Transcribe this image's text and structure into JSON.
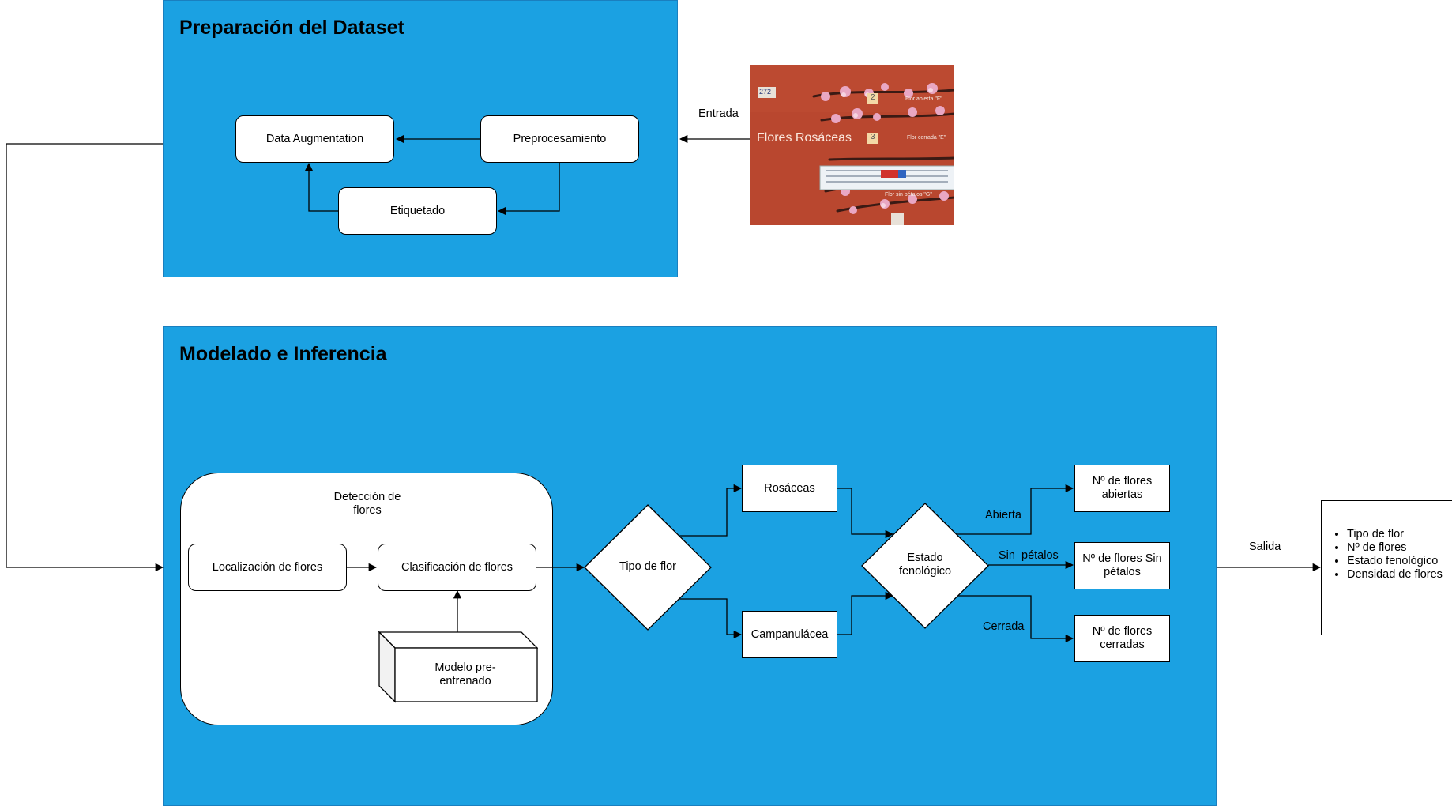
{
  "panels": {
    "dataset": {
      "title": "Preparación del Dataset"
    },
    "modelling": {
      "title": "Modelado e Inferencia"
    }
  },
  "dataset": {
    "data_augmentation": "Data Augmentation",
    "preprocesamiento": "Preprocesamiento",
    "etiquetado": "Etiquetado"
  },
  "input": {
    "edge_label": "Entrada",
    "photo": {
      "caption": "Flores Rosáceas",
      "tag_number": "272",
      "labels": [
        "Flor abierta \"F\"",
        "Flor cerrada \"E\"",
        "Flor sin pétalos \"G\""
      ],
      "markers": [
        "2",
        "3"
      ]
    }
  },
  "model": {
    "detection_group": "Detección de flores",
    "localization": "Localización de flores",
    "classification": "Clasificación de flores",
    "pretrained": "Modelo pre-entrenado",
    "flower_type": "Tipo de flor",
    "rosaceas": "Rosáceas",
    "campanulacea": "Campanulácea",
    "phenological": "Estado fenológico",
    "edges": {
      "open": "Abierta",
      "no_petals": "Sin  pétalos",
      "closed": "Cerrada"
    },
    "outputs": {
      "open": "Nº de flores abiertas",
      "no_petals": "Nº de flores Sin pétalos",
      "closed": "Nº de flores cerradas"
    }
  },
  "output": {
    "edge_label": "Salida",
    "items": [
      "Tipo de flor",
      "Nº de flores",
      "Estado fenológico",
      "Densidad de flores"
    ]
  },
  "colors": {
    "panel": "#1ba1e2",
    "line": "#000000",
    "box": "#ffffff",
    "photo_bg": "#b5462f"
  }
}
